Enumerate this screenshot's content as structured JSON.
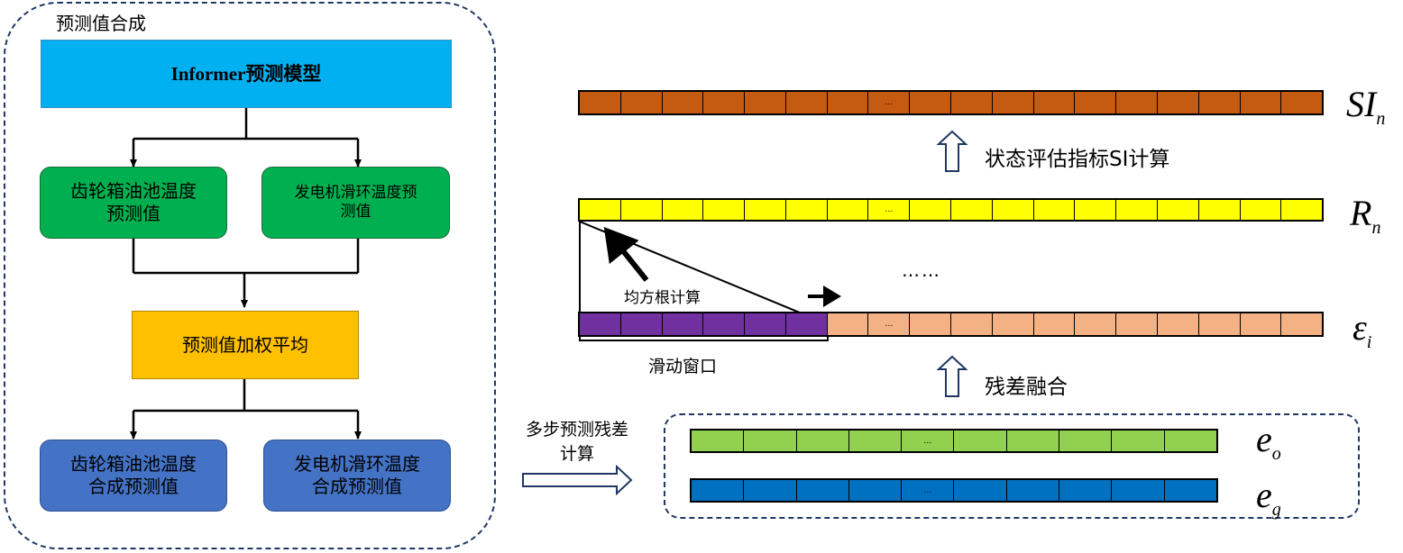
{
  "left_panel": {
    "title": "预测值合成",
    "model": "Informer预测模型",
    "pred_gearbox": "齿轮箱油池温度\n预测值",
    "pred_generator": "发电机滑环温度预\n测值",
    "weighted_avg": "预测值加权平均",
    "syn_gearbox": "齿轮箱油池温度\n合成预测值",
    "syn_generator": "发电机滑环温度\n合成预测值"
  },
  "arrow_label": "多步预测残差\n计算",
  "right_panel": {
    "step_si": "状态评估指标SI计算",
    "step_fusion": "残差融合",
    "rms": "均方根计算",
    "sliding_window": "滑动窗口",
    "ellipsis_mid": "……",
    "cell_ellipsis": "…",
    "labels": {
      "si": {
        "main": "SI",
        "sub": "n"
      },
      "r": {
        "main": "R",
        "sub": "n"
      },
      "eps": {
        "main": "ε",
        "sub": "i"
      },
      "eo": {
        "main": "e",
        "sub": "o"
      },
      "eg": {
        "main": "e",
        "sub": "g"
      }
    }
  },
  "colors": {
    "blue_box": "#00b0f0",
    "green_box": "#00b050",
    "orange_box": "#ffc000",
    "steel_box": "#4472c4",
    "strip_si": "#c55a11",
    "strip_r": "#ffff00",
    "strip_eps_purple": "#7030a0",
    "strip_eps_peach": "#f4b183",
    "strip_eo": "#92d050",
    "strip_eg": "#0070c0",
    "dash": "#1f3864"
  }
}
